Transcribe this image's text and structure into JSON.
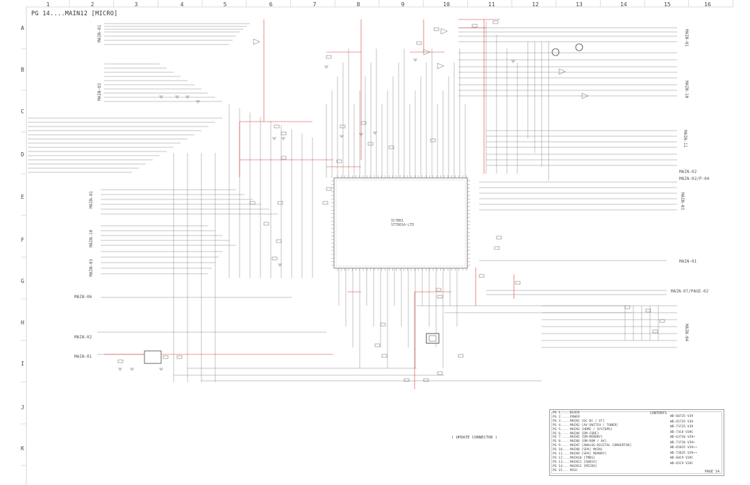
{
  "sheet": {
    "title": "PG 14....MAIN12 [MICRO]",
    "columns": [
      "1",
      "2",
      "3",
      "4",
      "5",
      "6",
      "7",
      "8",
      "9",
      "10",
      "11",
      "12",
      "13",
      "14",
      "15",
      "16"
    ],
    "rows": [
      "A",
      "B",
      "C",
      "D",
      "E",
      "F",
      "G",
      "H",
      "I",
      "J",
      "K"
    ]
  },
  "ports_left": [
    {
      "label": "MAIN-01",
      "vertical": true
    },
    {
      "label": "MAIN-03",
      "vertical": true
    },
    {
      "label": "MAIN-01",
      "vertical": true
    },
    {
      "label": "MAIN-10",
      "vertical": true
    },
    {
      "label": "MAIN-03",
      "vertical": true
    },
    {
      "label": "MAIN-06",
      "vertical": false
    },
    {
      "label": "MAIN-02",
      "vertical": false
    },
    {
      "label": "MAIN-01",
      "vertical": false
    }
  ],
  "ports_right": [
    {
      "label": "MAIN-01",
      "vertical": true
    },
    {
      "label": "MAIN-10",
      "vertical": true
    },
    {
      "label": "MAIN-11",
      "vertical": true
    },
    {
      "label": "MAIN-02",
      "vertical": false
    },
    {
      "label": "MAIN-02/P-04",
      "vertical": false
    },
    {
      "label": "MAIN-03",
      "vertical": true
    },
    {
      "label": "MAIN-01",
      "vertical": false
    },
    {
      "label": "MAIN-07/PAGE-02",
      "vertical": false
    },
    {
      "label": "MAIN-04",
      "vertical": true
    }
  ],
  "ic": {
    "name": "IC7B01",
    "part": "ST7801A-LTD"
  },
  "update_connector": "( UPDATE CONNECTOR )",
  "contents": {
    "title": "CONTENTS",
    "toc": [
      "PG 1.....BLOCK",
      "PG 2.....POWER",
      "PG 3.....MAIN1 [DC-DC / IF]",
      "PG 4.....MAIN2 [AV-SWITCH / TUNER]",
      "PG 5.....MAIN3 [HDMI / SYSTEMS]",
      "PG 6.....MAIN4 [DM-CORE]",
      "PG 7.....MAIN5 [DM-MEMORY]",
      "PG 8.....MAIN6 [DM-ROM / AV]",
      "PG 9.....MAIN7 [ANALOG-DIGITAL CONVERTOR]",
      "PG 10....MAIN8 [SPA] MAIN]",
      "PG 11....MAIN9 [SPA] MEMORY]",
      "PG 12....MAIN10 [TMDS]",
      "PG 13....MAIN11 [AUDIO]",
      "PG 14....MAIN12 [MICRO]",
      "PG 15....MISC"
    ],
    "models": [
      "WD-60735 V39",
      "WD-65735 V39",
      "WD-73735 V39",
      "WD-73C8  V39C",
      "WD-63736 V39+",
      "WD-73736 V39+",
      "WD-65835 V39++",
      "WD-73835 V39++",
      "WD-60C9  V39C",
      "WD-65C9  V39C"
    ],
    "page": "PAGE 14"
  }
}
